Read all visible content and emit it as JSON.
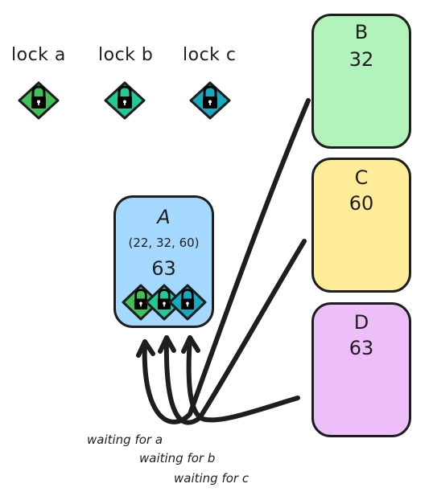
{
  "locks": [
    {
      "label": "lock a",
      "color": "#40c057"
    },
    {
      "label": "lock b",
      "color": "#20c997"
    },
    {
      "label": "lock c",
      "color": "#15aabf"
    }
  ],
  "boxes": {
    "a": {
      "title": "A",
      "tuple": "(22, 32, 60)",
      "value": "63",
      "color": "#a5d8ff"
    },
    "b": {
      "title": "B",
      "value": "32",
      "color": "#b2f2bb"
    },
    "c": {
      "title": "C",
      "value": "60",
      "color": "#ffec99"
    },
    "d": {
      "title": "D",
      "value": "63",
      "color": "#eebefa"
    }
  },
  "waiting": [
    "waiting for a",
    "waiting for b",
    "waiting for c"
  ]
}
